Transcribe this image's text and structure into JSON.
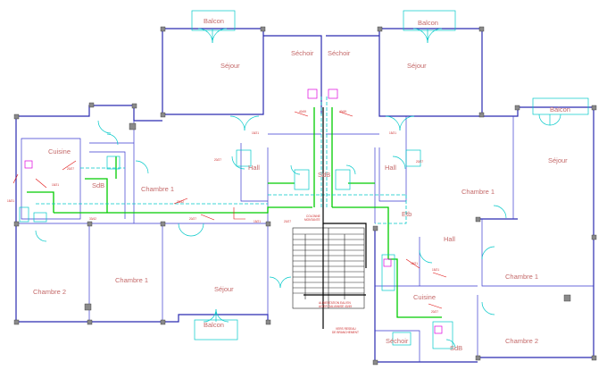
{
  "rooms": {
    "balcon_top_left": "Balcon",
    "balcon_top_right": "Balcon",
    "balcon_right": "Balcon",
    "balcon_bottom": "Balcon",
    "sejour_top_left": "Séjour",
    "sejour_top_right": "Séjour",
    "sejour_right": "Séjour",
    "sejour_bottom": "Séjour",
    "sechoir_left": "Séchoir",
    "sechoir_right": "Séchoir",
    "sechoir_bottom": "Séchoir",
    "cuisine_left": "Cuisine",
    "cuisine_bottom": "Cuisine",
    "sdb_left": "SdB",
    "sdb_center": "SdB",
    "sdb_bottom": "SdB",
    "hall_left": "Hall",
    "hall_right": "Hall",
    "hall_lower": "Hall",
    "chambre1_left": "Chambre 1",
    "chambre1_right": "Chambre 1",
    "chambre1_bottom_left": "Chambre 1",
    "chambre1_bottom_right": "Chambre 1",
    "chambre2_left": "Chambre 2",
    "chambre2_right": "Chambre 2",
    "etb": "Etb"
  },
  "notes": {
    "alimentation_1": "ALIMENTATION EAU EN",
    "alimentation_2": "ACIER GALVANISE 40/49",
    "vers_reseau_1": "VERS RESEAU",
    "vers_reseau_2": "DE BRANCHEMENT",
    "colonne_1": "COLONNE",
    "colonne_2": "MONTANTE",
    "pipe_40_49": "40/49",
    "pipe_33_42": "33/42",
    "pipe_20_27": "20/27",
    "pipe_15_21": "15/21"
  }
}
